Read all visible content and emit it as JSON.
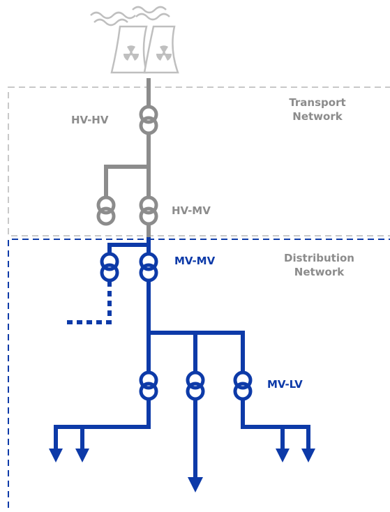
{
  "colors": {
    "transport": "#8c8c8c",
    "distribution": "#0d3aa8",
    "plant": "#bfbfbf"
  },
  "icons": [
    "nuclear-power-plant-icon",
    "transformer-icon",
    "load-arrow-icon"
  ],
  "regions": {
    "transport": {
      "line1": "Transport",
      "line2": "Network"
    },
    "distribution": {
      "line1": "Distribution",
      "line2": "Network"
    }
  },
  "transformer_labels": {
    "hv_hv": "HV-HV",
    "hv_mv": "HV-MV",
    "mv_mv": "MV-MV",
    "mv_lv": "MV-LV"
  }
}
